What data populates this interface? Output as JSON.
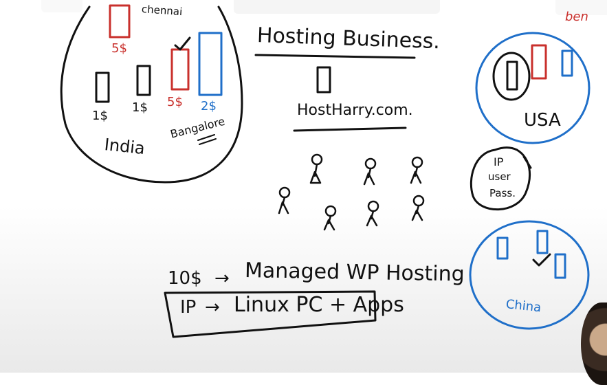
{
  "whiteboard": {
    "india_circle": {
      "top_label": "chennai",
      "price_top": "5$",
      "prices": [
        "1$",
        "1$",
        "5$",
        "2$"
      ],
      "country": "India",
      "city": "Bangalore"
    },
    "title": "Hosting Business.",
    "site": "HostHarry.com.",
    "usa_circle": {
      "label": "USA"
    },
    "top_right_red": "ben",
    "ip_bubble": {
      "line1": "IP",
      "line2": "user",
      "line3": "Pass."
    },
    "china_circle": {
      "label": "China"
    },
    "managed": {
      "price": "10$",
      "arrow": "→",
      "text": "Managed WP Hosting"
    },
    "box": {
      "lhs": "IP",
      "arrow": "→",
      "text": "Linux PC + Apps"
    }
  },
  "colors": {
    "ink": "#111111",
    "red": "#c9302c",
    "blue": "#1f6fc9"
  }
}
